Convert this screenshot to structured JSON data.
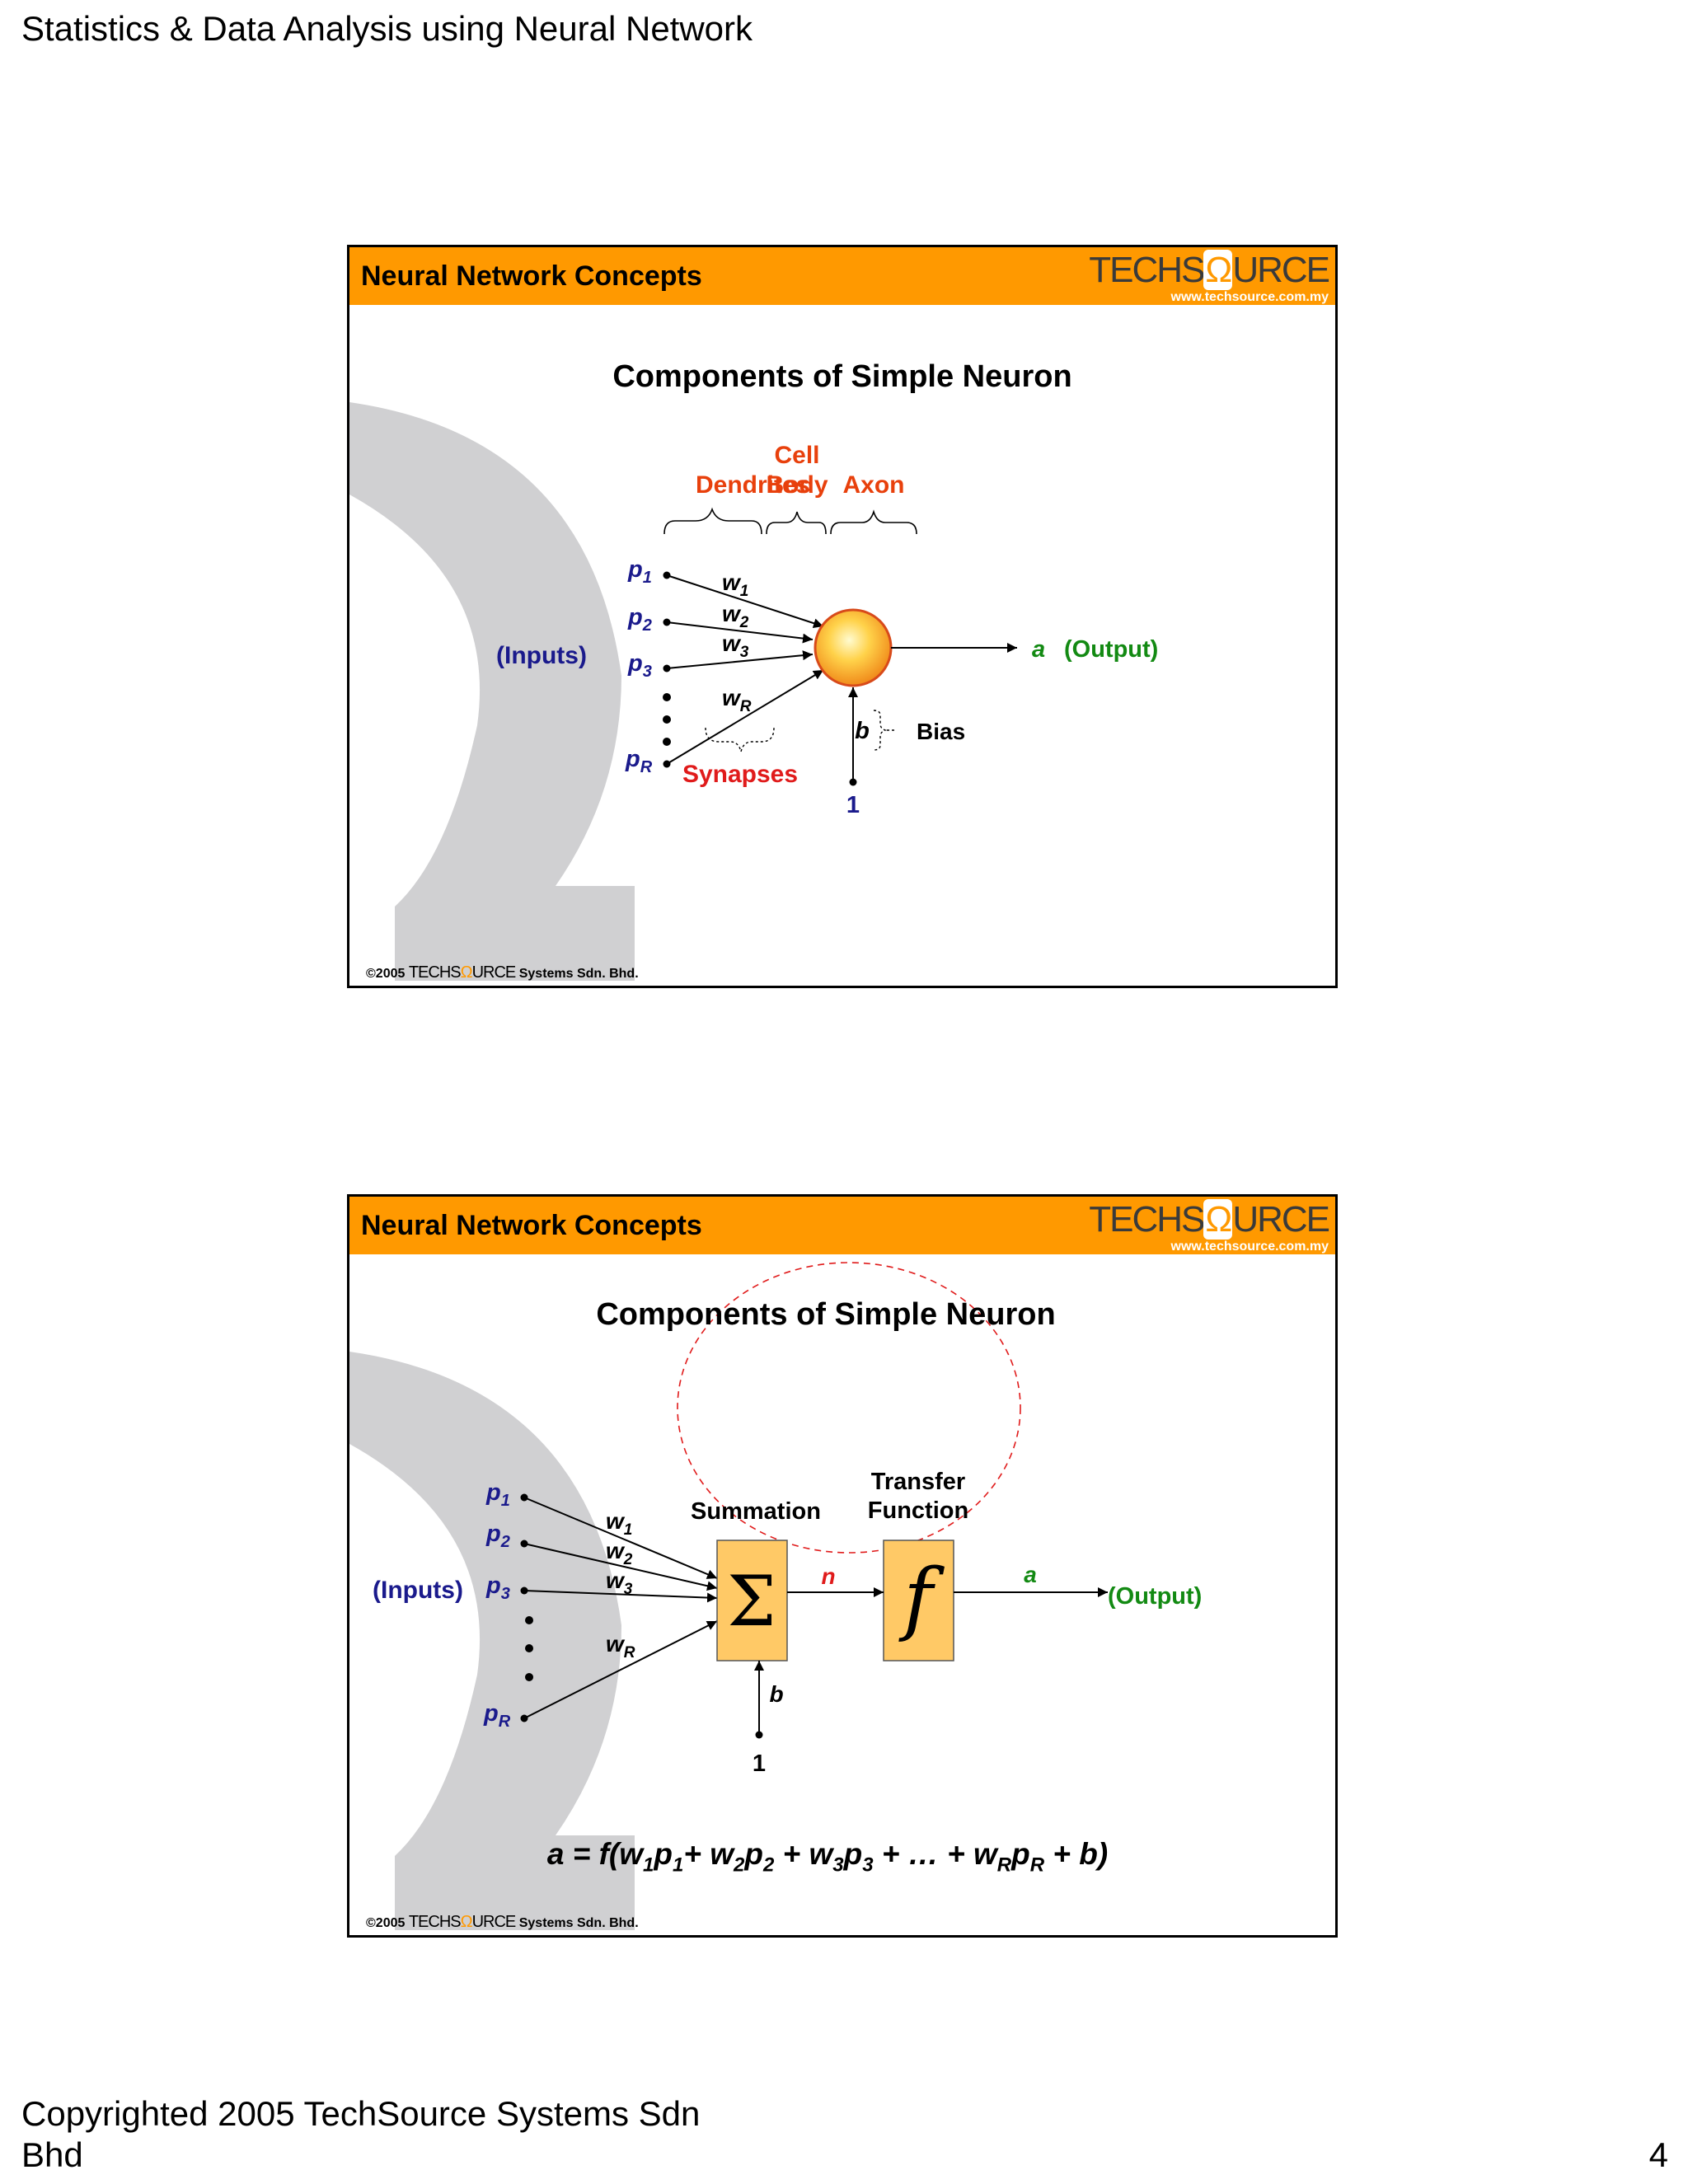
{
  "page": {
    "title": "Statistics & Data Analysis using Neural Network",
    "footer": "Copyrighted 2005 TechSource Systems Sdn Bhd",
    "page_number": "4"
  },
  "brand": {
    "name_left": "TECHS",
    "name_omega": "Ω",
    "name_right": "URCE",
    "url": "www.techsource.com.my",
    "copyright_year": "©2005",
    "copyright_suffix": "Systems Sdn. Bhd."
  },
  "colors": {
    "header_bar": "#ff9900",
    "biology_labels": "#e8400c",
    "inputs_blue": "#1a1a8c",
    "output_green": "#138a13",
    "synapses_red": "#e01b1b",
    "watermark_grey": "#d0d0d2",
    "block_fill": "#ffc966"
  },
  "slides": [
    {
      "header": "Neural Network Concepts",
      "title": "Components of Simple Neuron",
      "labels": {
        "dendrites": "Dendrites",
        "cell": "Cell",
        "body": "Body",
        "axon": "Axon",
        "inputs": "(Inputs)",
        "output": "(Output)",
        "a": "a",
        "b": "b",
        "bias": "Bias",
        "synapses": "Synapses",
        "one": "1",
        "p1": "p",
        "p1_sub": "1",
        "p2": "p",
        "p2_sub": "2",
        "p3": "p",
        "p3_sub": "3",
        "pR": "p",
        "pR_sub": "R",
        "w1": "w",
        "w1_sub": "1",
        "w2": "w",
        "w2_sub": "2",
        "w3": "w",
        "w3_sub": "3",
        "wR": "w",
        "wR_sub": "R"
      }
    },
    {
      "header": "Neural Network Concepts",
      "title": "Components of Simple Neuron",
      "labels": {
        "inputs": "(Inputs)",
        "summation": "Summation",
        "transfer": "Transfer",
        "function": "Function",
        "sigma": "Σ",
        "f": "f",
        "n": "n",
        "a": "a",
        "b": "b",
        "one": "1",
        "output": "(Output)",
        "p1": "p",
        "p1_sub": "1",
        "p2": "p",
        "p2_sub": "2",
        "p3": "p",
        "p3_sub": "3",
        "pR": "p",
        "pR_sub": "R",
        "w1": "w",
        "w1_sub": "1",
        "w2": "w",
        "w2_sub": "2",
        "w3": "w",
        "w3_sub": "3",
        "wR": "w",
        "wR_sub": "R"
      },
      "equation": {
        "lhs": "a = f(w",
        "s1": "1",
        "t1": "p",
        "s2": "1",
        "t2": "+ w",
        "s3": "2",
        "t3": "p",
        "s4": "2",
        "t4": " + w",
        "s5": "3",
        "t5": "p",
        "s6": "3",
        "t6": " + … + w",
        "s7": "R",
        "t7": "p",
        "s8": "R",
        "t8": " + b)"
      }
    }
  ]
}
